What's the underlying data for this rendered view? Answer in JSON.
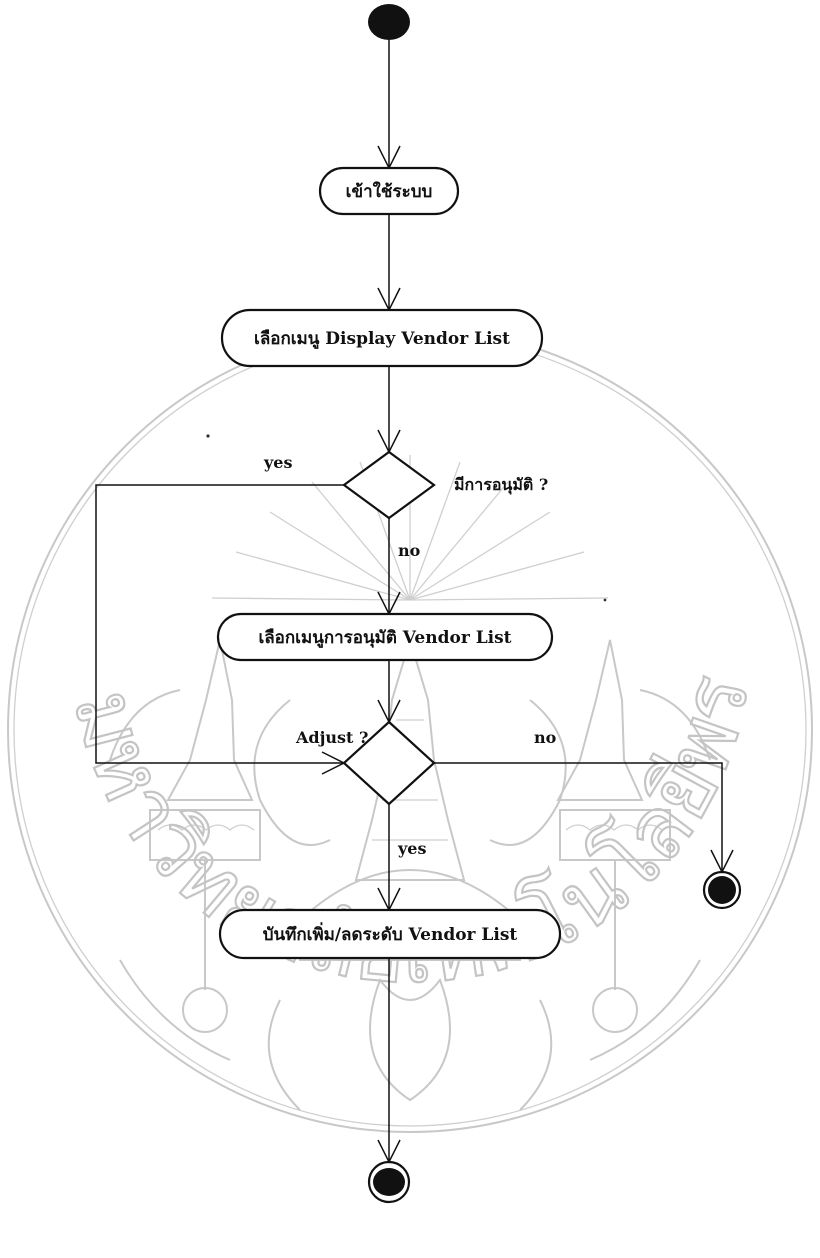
{
  "diagram": {
    "type": "uml-activity",
    "nodes": {
      "login": {
        "label": "เข้าใช้ระบบ"
      },
      "display_menu": {
        "label": "เลือกเมนู Display Vendor List"
      },
      "approve_menu": {
        "label": "เลือกเมนูการอนุมัติ Vendor List"
      },
      "save_adjust": {
        "label": "บันทึกเพิ่ม/ลดระดับ Vendor List"
      }
    },
    "decisions": {
      "has_approval": {
        "question": "มีการอนุมัติ ?"
      },
      "adjust": {
        "question": "Adjust ?"
      }
    },
    "edge_labels": {
      "has_approval_yes": "yes",
      "has_approval_no": "no",
      "adjust_no": "no",
      "adjust_yes": "yes"
    }
  },
  "watermark": {
    "seal_text": "มหาวิทยาลัยเทคโนโลยีพระจอมเกล้าเจ้าคุณทหารลาดกระบัง",
    "color": "#c8c8c8"
  },
  "colors": {
    "ink": "#111111",
    "watermark": "#c8c8c8",
    "background": "#ffffff"
  }
}
